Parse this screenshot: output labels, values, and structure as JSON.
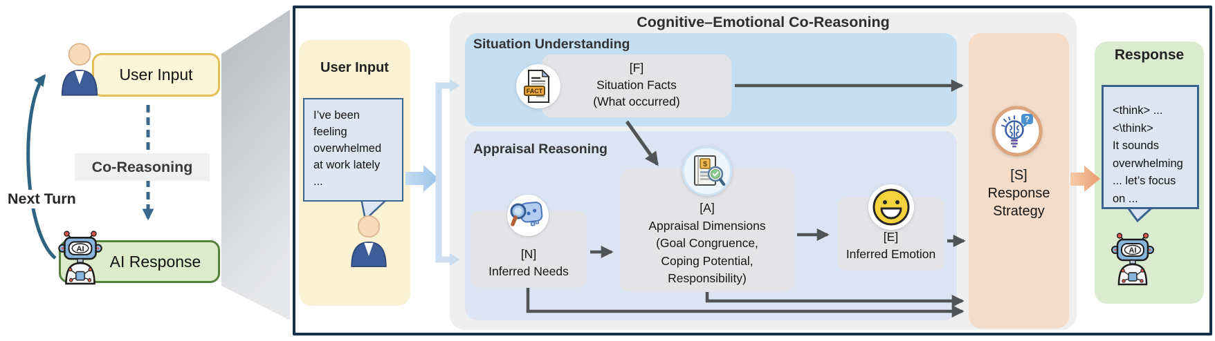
{
  "left_cycle": {
    "user_input_label": "User Input",
    "co_reasoning_label": "Co-Reasoning",
    "next_turn_label": "Next Turn",
    "ai_response_label": "AI Response",
    "robot_screen_label": "AI"
  },
  "user_input_panel": {
    "title": "User Input",
    "bubble_text": "I’ve been\nfeeling\noverwhelmed\nat work lately\n..."
  },
  "co_reasoning_panel": {
    "title": "Cognitive–Emotional Co-Reasoning",
    "situation_understanding": {
      "header": "Situation Understanding",
      "f_node": {
        "text": "[F]\nSituation Facts\n(What occurred)",
        "icon_label": "FACT"
      }
    },
    "appraisal_reasoning": {
      "header": "Appraisal Reasoning",
      "n_node": {
        "text": "[N]\nInferred Needs"
      },
      "a_node": {
        "text": "[A]\nAppraisal Dimensions\n(Goal Congruence,\nCoping Potential,\nResponsibility)",
        "icon_dollar": "$"
      },
      "e_node": {
        "text": "[E]\nInferred Emotion"
      }
    },
    "s_node": {
      "text": "[S]\nResponse\nStrategy",
      "icon_question": "?"
    }
  },
  "response_panel": {
    "title": "Response",
    "bubble_text": "<think> ...\n<\\think>\nIt sounds\noverwhelming\n... let’s focus\non ...",
    "robot_screen_label": "AI"
  },
  "colors": {
    "frame_border": "#16324a",
    "panel_gray": "#f0eff0",
    "situation_blue": "#c5def0",
    "appraisal_blue": "#dbe4f2",
    "node_gray": "#e4e4e6",
    "strategy_peach": "#f4dcc8",
    "user_yellow": "#fbf2d3",
    "response_green": "#d9ecd0",
    "bubble_blue": "#dce7f3",
    "bubble_border": "#3c6290",
    "arrow_dark": "#515456",
    "arrow_light_blue": "#cbdeef",
    "arrow_orange": "#eda87e",
    "cycle_arrow_blue": "#2e6381"
  }
}
